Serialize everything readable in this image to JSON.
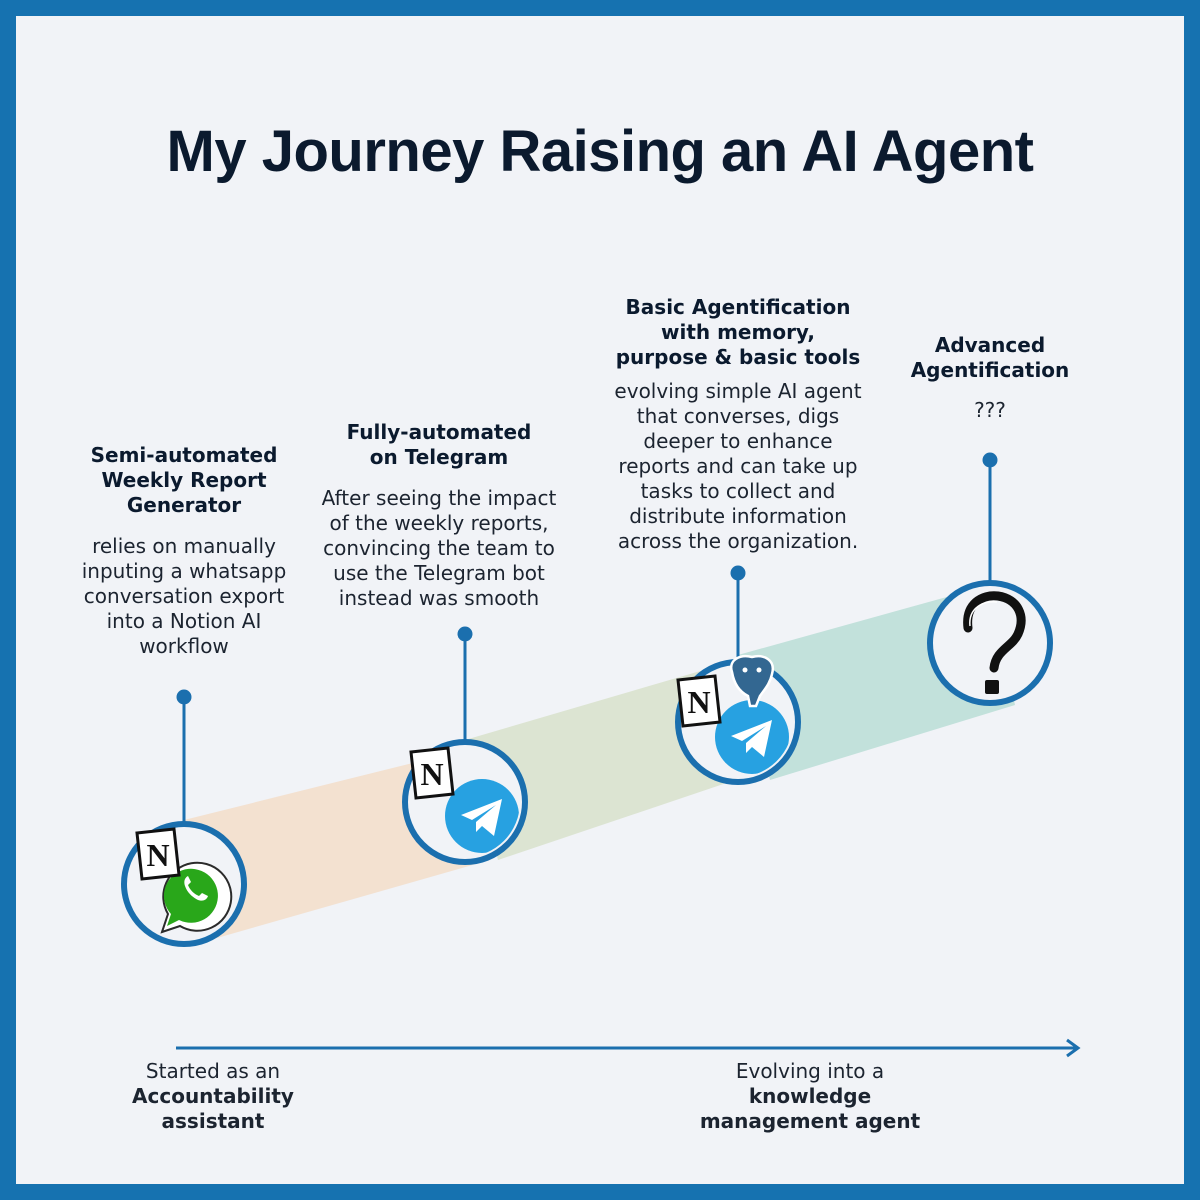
{
  "title": "My Journey Raising an AI Agent",
  "colors": {
    "frame": "#1672b0",
    "background": "#f1f3f7",
    "accent": "#1b6fae"
  },
  "stages": [
    {
      "heading": "Semi-automated\nWeekly Report\nGenerator",
      "description": "relies on manually\ninputing a whatsapp\nconversation export\ninto a Notion AI\nworkflow",
      "icons": [
        "notion-icon",
        "whatsapp-icon"
      ]
    },
    {
      "heading": "Fully-automated\non Telegram",
      "description": "After seeing the impact\nof the weekly reports,\nconvincing the team to\nuse the Telegram bot\ninstead was smooth",
      "icons": [
        "notion-icon",
        "telegram-icon"
      ]
    },
    {
      "heading": "Basic Agentification\nwith memory,\npurpose & basic tools",
      "description": "evolving simple AI agent\nthat converses, digs\ndeeper to enhance\nreports and can take up\ntasks to collect and\ndistribute information\nacross the organization.",
      "icons": [
        "notion-icon",
        "postgresql-icon",
        "telegram-icon"
      ]
    },
    {
      "heading": "Advanced\nAgentification",
      "description": "???",
      "icons": [
        "question-mark-icon"
      ]
    }
  ],
  "axis": {
    "start_text": "Started as an",
    "start_bold": "Accountability\nassistant",
    "end_text": "Evolving into a",
    "end_bold": "knowledge\nmanagement agent"
  }
}
